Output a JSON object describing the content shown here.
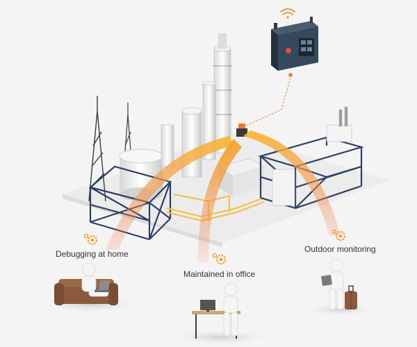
{
  "scenes": {
    "home": {
      "label": "Debugging at home"
    },
    "office": {
      "label": "Maintained in office"
    },
    "outdoor": {
      "label": "Outdoor monitoring"
    }
  },
  "colors": {
    "background": "#f4f4f4",
    "beam_orange": "#f5a623",
    "beam_red": "#f26d4f",
    "frame_navy": "#2c3e66",
    "pipe_yellow": "#f2c14e",
    "gear_orange": "#f29a2e",
    "router_body": "#34495e",
    "router_accent": "#e74c3c",
    "furniture_brown": "#8b5a3c"
  }
}
